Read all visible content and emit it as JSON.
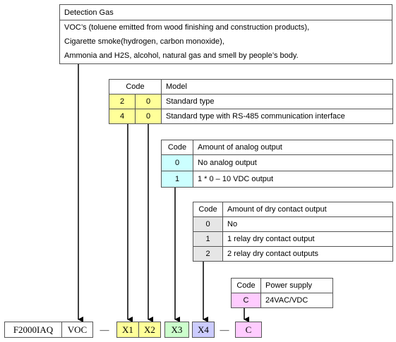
{
  "colors": {
    "code_model": "#ffff99",
    "code_analog": "#ccffff",
    "code_dry": "#e6e6e6",
    "code_power": "#ffccff",
    "x3_box": "#ccffcc",
    "x4_box": "#ccccff",
    "line": "#000000"
  },
  "gas": {
    "title": "Detection Gas",
    "lines": [
      "VOC’s (toluene emitted from wood finishing and construction products),",
      "Cigarette smoke(hydrogen, carbon monoxide),",
      "Ammonia and H2S, alcohol, natural gas and smell by people’s body."
    ]
  },
  "model": {
    "code_header": "Code",
    "desc_header": "Model",
    "rows": [
      {
        "c1": "2",
        "c2": "0",
        "desc": "Standard type"
      },
      {
        "c1": "4",
        "c2": "0",
        "desc": "Standard type with RS-485 communication interface"
      }
    ]
  },
  "analog": {
    "code_header": "Code",
    "desc_header": "Amount of analog output",
    "rows": [
      {
        "code": "0",
        "desc": "No analog output"
      },
      {
        "code": "1",
        "desc": "1 * 0 – 10 VDC output"
      }
    ]
  },
  "dry": {
    "code_header": "Code",
    "desc_header": "Amount of dry contact output",
    "rows": [
      {
        "code": "0",
        "desc": "No"
      },
      {
        "code": "1",
        "desc": "1 relay dry contact output"
      },
      {
        "code": "2",
        "desc": "2 relay dry contact outputs"
      }
    ]
  },
  "power": {
    "code_header": "Code",
    "desc_header": "Power supply",
    "row": {
      "code": "C",
      "desc": "24VAC/VDC"
    }
  },
  "part": {
    "base": "F2000IAQ",
    "gas": "VOC",
    "dash1": "—",
    "x1": "X1",
    "x2": "X2",
    "x3": "X3",
    "x4": "X4",
    "dash2": "—",
    "suffix": "C"
  }
}
